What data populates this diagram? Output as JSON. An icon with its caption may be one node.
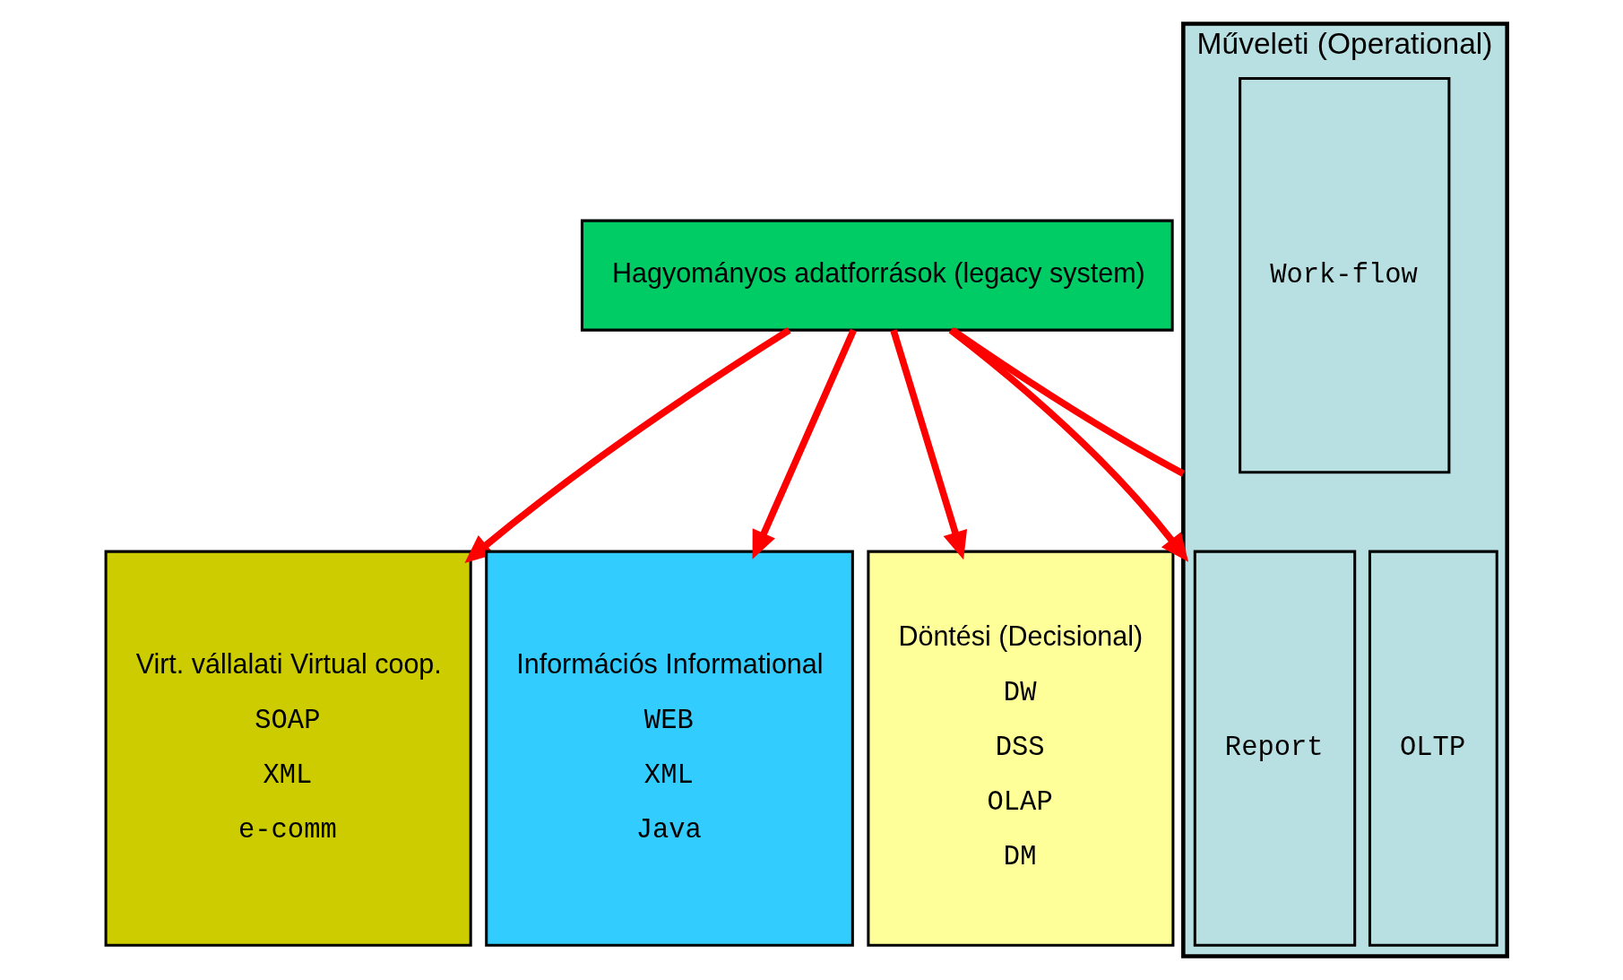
{
  "diagram": {
    "nodes": [
      {
        "text": [
          "Hagyományos adatforrások (legacy system)"
        ]
      },
      {
        "text": [
          "Virt. vállalati Virtual coop.",
          "SOAP",
          "XML",
          "e-comm"
        ]
      },
      {
        "text": [
          "Információs Informational",
          "WEB",
          "XML",
          "Java"
        ]
      },
      {
        "text": [
          "Döntési (Decisional)",
          "DW",
          "DSS",
          "OLAP",
          "DM"
        ]
      },
      {
        "text": [
          "Műveleti (Operational)"
        ]
      },
      {
        "text": [
          "OLTP"
        ],
        "in": 4
      },
      {
        "text": [
          "Report"
        ],
        "in": 4
      },
      {
        "text": [
          "Work-flow"
        ],
        "in": 4
      }
    ],
    "edges": [
      {
        "from": 0,
        "to": 1,
        "arrow": "to"
      },
      {
        "from": 0,
        "to": 2,
        "arrow": "to"
      },
      {
        "from": 0,
        "to": 3,
        "arrow": "to"
      },
      {
        "from": 0,
        "to": 4,
        "arrow": "none"
      },
      {
        "from": 0,
        "to": 4,
        "arrow": "to"
      }
    ]
  }
}
